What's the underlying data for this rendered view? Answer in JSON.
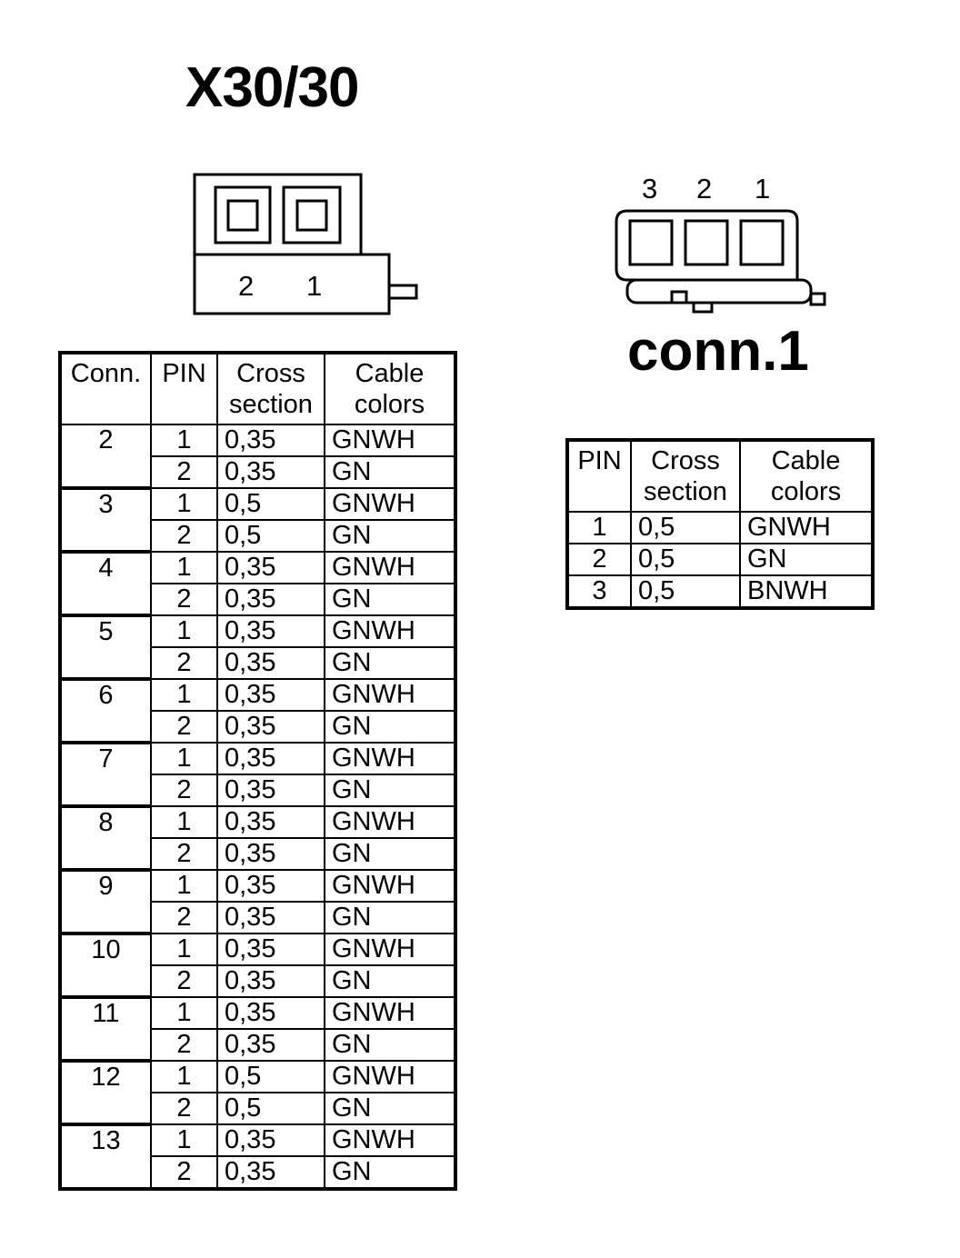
{
  "x30": {
    "title": "X30/30",
    "pin_labels": [
      "2",
      "1"
    ],
    "headers": {
      "conn": "Conn.",
      "pin": "PIN",
      "cross_1": "Cross",
      "cross_2": "section",
      "cable_1": "Cable",
      "cable_2": "colors"
    },
    "rows": [
      {
        "conn": "2",
        "pins": [
          {
            "pin": "1",
            "cross": "0,35",
            "color": "GNWH"
          },
          {
            "pin": "2",
            "cross": "0,35",
            "color": "GN"
          }
        ]
      },
      {
        "conn": "3",
        "pins": [
          {
            "pin": "1",
            "cross": "0,5",
            "color": "GNWH"
          },
          {
            "pin": "2",
            "cross": "0,5",
            "color": "GN"
          }
        ]
      },
      {
        "conn": "4",
        "pins": [
          {
            "pin": "1",
            "cross": "0,35",
            "color": "GNWH"
          },
          {
            "pin": "2",
            "cross": "0,35",
            "color": "GN"
          }
        ]
      },
      {
        "conn": "5",
        "pins": [
          {
            "pin": "1",
            "cross": "0,35",
            "color": "GNWH"
          },
          {
            "pin": "2",
            "cross": "0,35",
            "color": "GN"
          }
        ]
      },
      {
        "conn": "6",
        "pins": [
          {
            "pin": "1",
            "cross": "0,35",
            "color": "GNWH"
          },
          {
            "pin": "2",
            "cross": "0,35",
            "color": "GN"
          }
        ]
      },
      {
        "conn": "7",
        "pins": [
          {
            "pin": "1",
            "cross": "0,35",
            "color": "GNWH"
          },
          {
            "pin": "2",
            "cross": "0,35",
            "color": "GN"
          }
        ]
      },
      {
        "conn": "8",
        "pins": [
          {
            "pin": "1",
            "cross": "0,35",
            "color": "GNWH"
          },
          {
            "pin": "2",
            "cross": "0,35",
            "color": "GN"
          }
        ]
      },
      {
        "conn": "9",
        "pins": [
          {
            "pin": "1",
            "cross": "0,35",
            "color": "GNWH"
          },
          {
            "pin": "2",
            "cross": "0,35",
            "color": "GN"
          }
        ]
      },
      {
        "conn": "10",
        "pins": [
          {
            "pin": "1",
            "cross": "0,35",
            "color": "GNWH"
          },
          {
            "pin": "2",
            "cross": "0,35",
            "color": "GN"
          }
        ]
      },
      {
        "conn": "11",
        "pins": [
          {
            "pin": "1",
            "cross": "0,35",
            "color": "GNWH"
          },
          {
            "pin": "2",
            "cross": "0,35",
            "color": "GN"
          }
        ]
      },
      {
        "conn": "12",
        "pins": [
          {
            "pin": "1",
            "cross": "0,5",
            "color": "GNWH"
          },
          {
            "pin": "2",
            "cross": "0,5",
            "color": "GN"
          }
        ]
      },
      {
        "conn": "13",
        "pins": [
          {
            "pin": "1",
            "cross": "0,35",
            "color": "GNWH"
          },
          {
            "pin": "2",
            "cross": "0,35",
            "color": "GN"
          }
        ]
      }
    ]
  },
  "conn1": {
    "title": "conn.1",
    "pin_labels": [
      "3",
      "2",
      "1"
    ],
    "headers": {
      "pin": "PIN",
      "cross_1": "Cross",
      "cross_2": "section",
      "cable_1": "Cable",
      "cable_2": "colors"
    },
    "rows": [
      {
        "pin": "1",
        "cross": "0,5",
        "color": "GNWH"
      },
      {
        "pin": "2",
        "cross": "0,5",
        "color": "GN"
      },
      {
        "pin": "3",
        "cross": "0,5",
        "color": "BNWH"
      }
    ]
  }
}
